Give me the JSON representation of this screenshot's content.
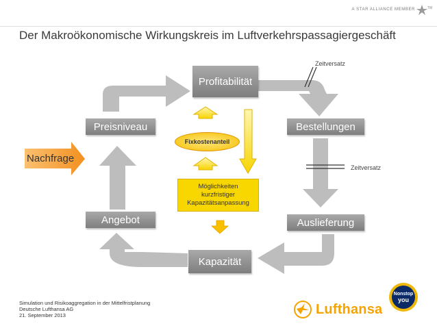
{
  "header": {
    "tagline": "A STAR ALLIANCE MEMBER",
    "tm": "TM",
    "title": "Der Makroökonomische Wirkungskreis im Luftverkehrspassagiergeschäft"
  },
  "diagram": {
    "profitabilitaet": "Profitabilität",
    "bestellungen": "Bestellungen",
    "auslieferung": "Auslieferung",
    "kapazitaet": "Kapazität",
    "angebot": "Angebot",
    "preisniveau": "Preisniveau",
    "nachfrage": "Nachfrage",
    "fixkostenanteil": "Fixkostenanteil",
    "moeglichkeiten_line1": "Möglichkeiten",
    "moeglichkeiten_line2": "kurzfristiger",
    "moeglichkeiten_line3": "Kapazitätsanpassung",
    "zeitversatz_top": "Zeitversatz",
    "zeitversatz_right": "Zeitversatz"
  },
  "footer": {
    "line1": "Simulation und Risikoaggregation in der Mittelfristplanung",
    "line2": "Deutsche Lufthansa AG",
    "line3": "21. September 2013"
  },
  "branding": {
    "logo_text": "Lufthansa",
    "logo_icon": "crane-icon",
    "badge_line1": "Nonstop",
    "badge_line2": "you"
  },
  "colors": {
    "box_gray": "#8f8f8f",
    "arrow_gray": "#bdbdbd",
    "nachfrage_orange": "#f7a23a",
    "accent_yellow": "#f8d600",
    "lufthansa_yellow": "#f5a300",
    "badge_navy": "#0c2a66"
  }
}
